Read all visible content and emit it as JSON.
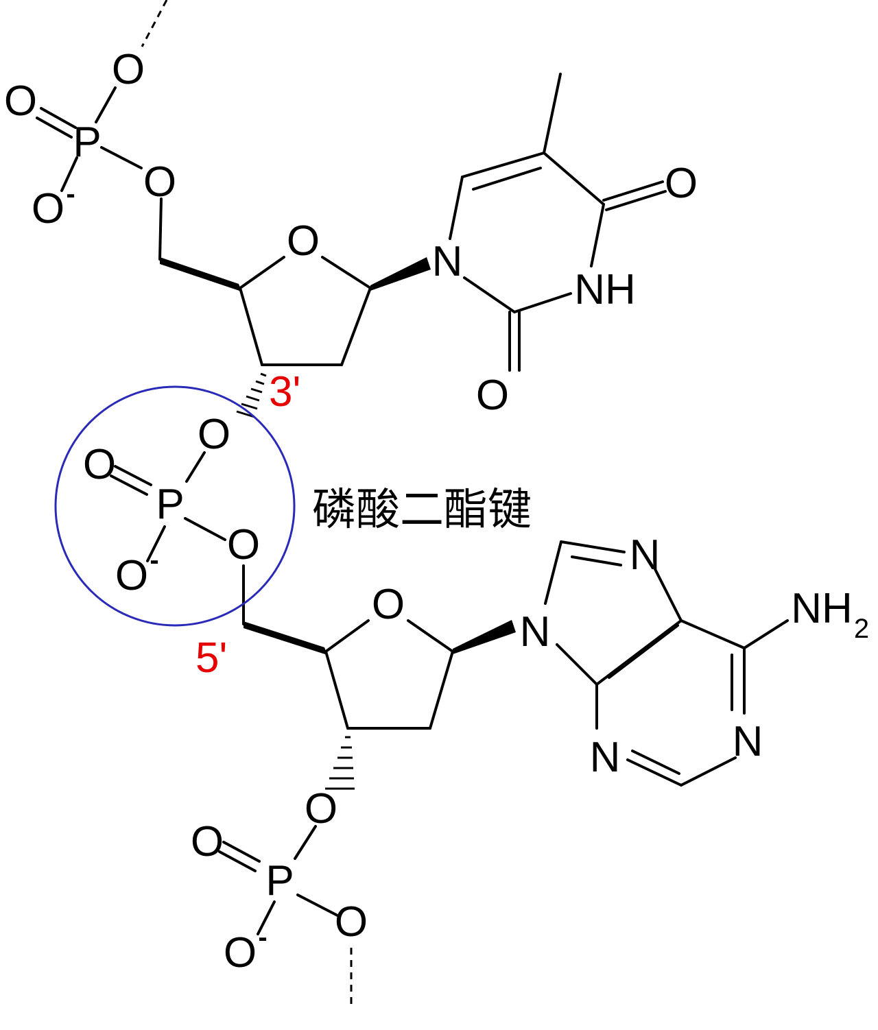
{
  "colors": {
    "bond": "#000000",
    "position_label": "#e60000",
    "highlight_circle": "#2a2ab8"
  },
  "labels": {
    "oxygen": "O",
    "phosphorus": "P",
    "nitrogen": "N",
    "nh": "NH",
    "nh2_main": "NH",
    "nh2_sub": "2",
    "negative_charge": "-",
    "pos_3prime": "3'",
    "pos_5prime": "5'",
    "bond_caption": "磷酸二酯键"
  }
}
